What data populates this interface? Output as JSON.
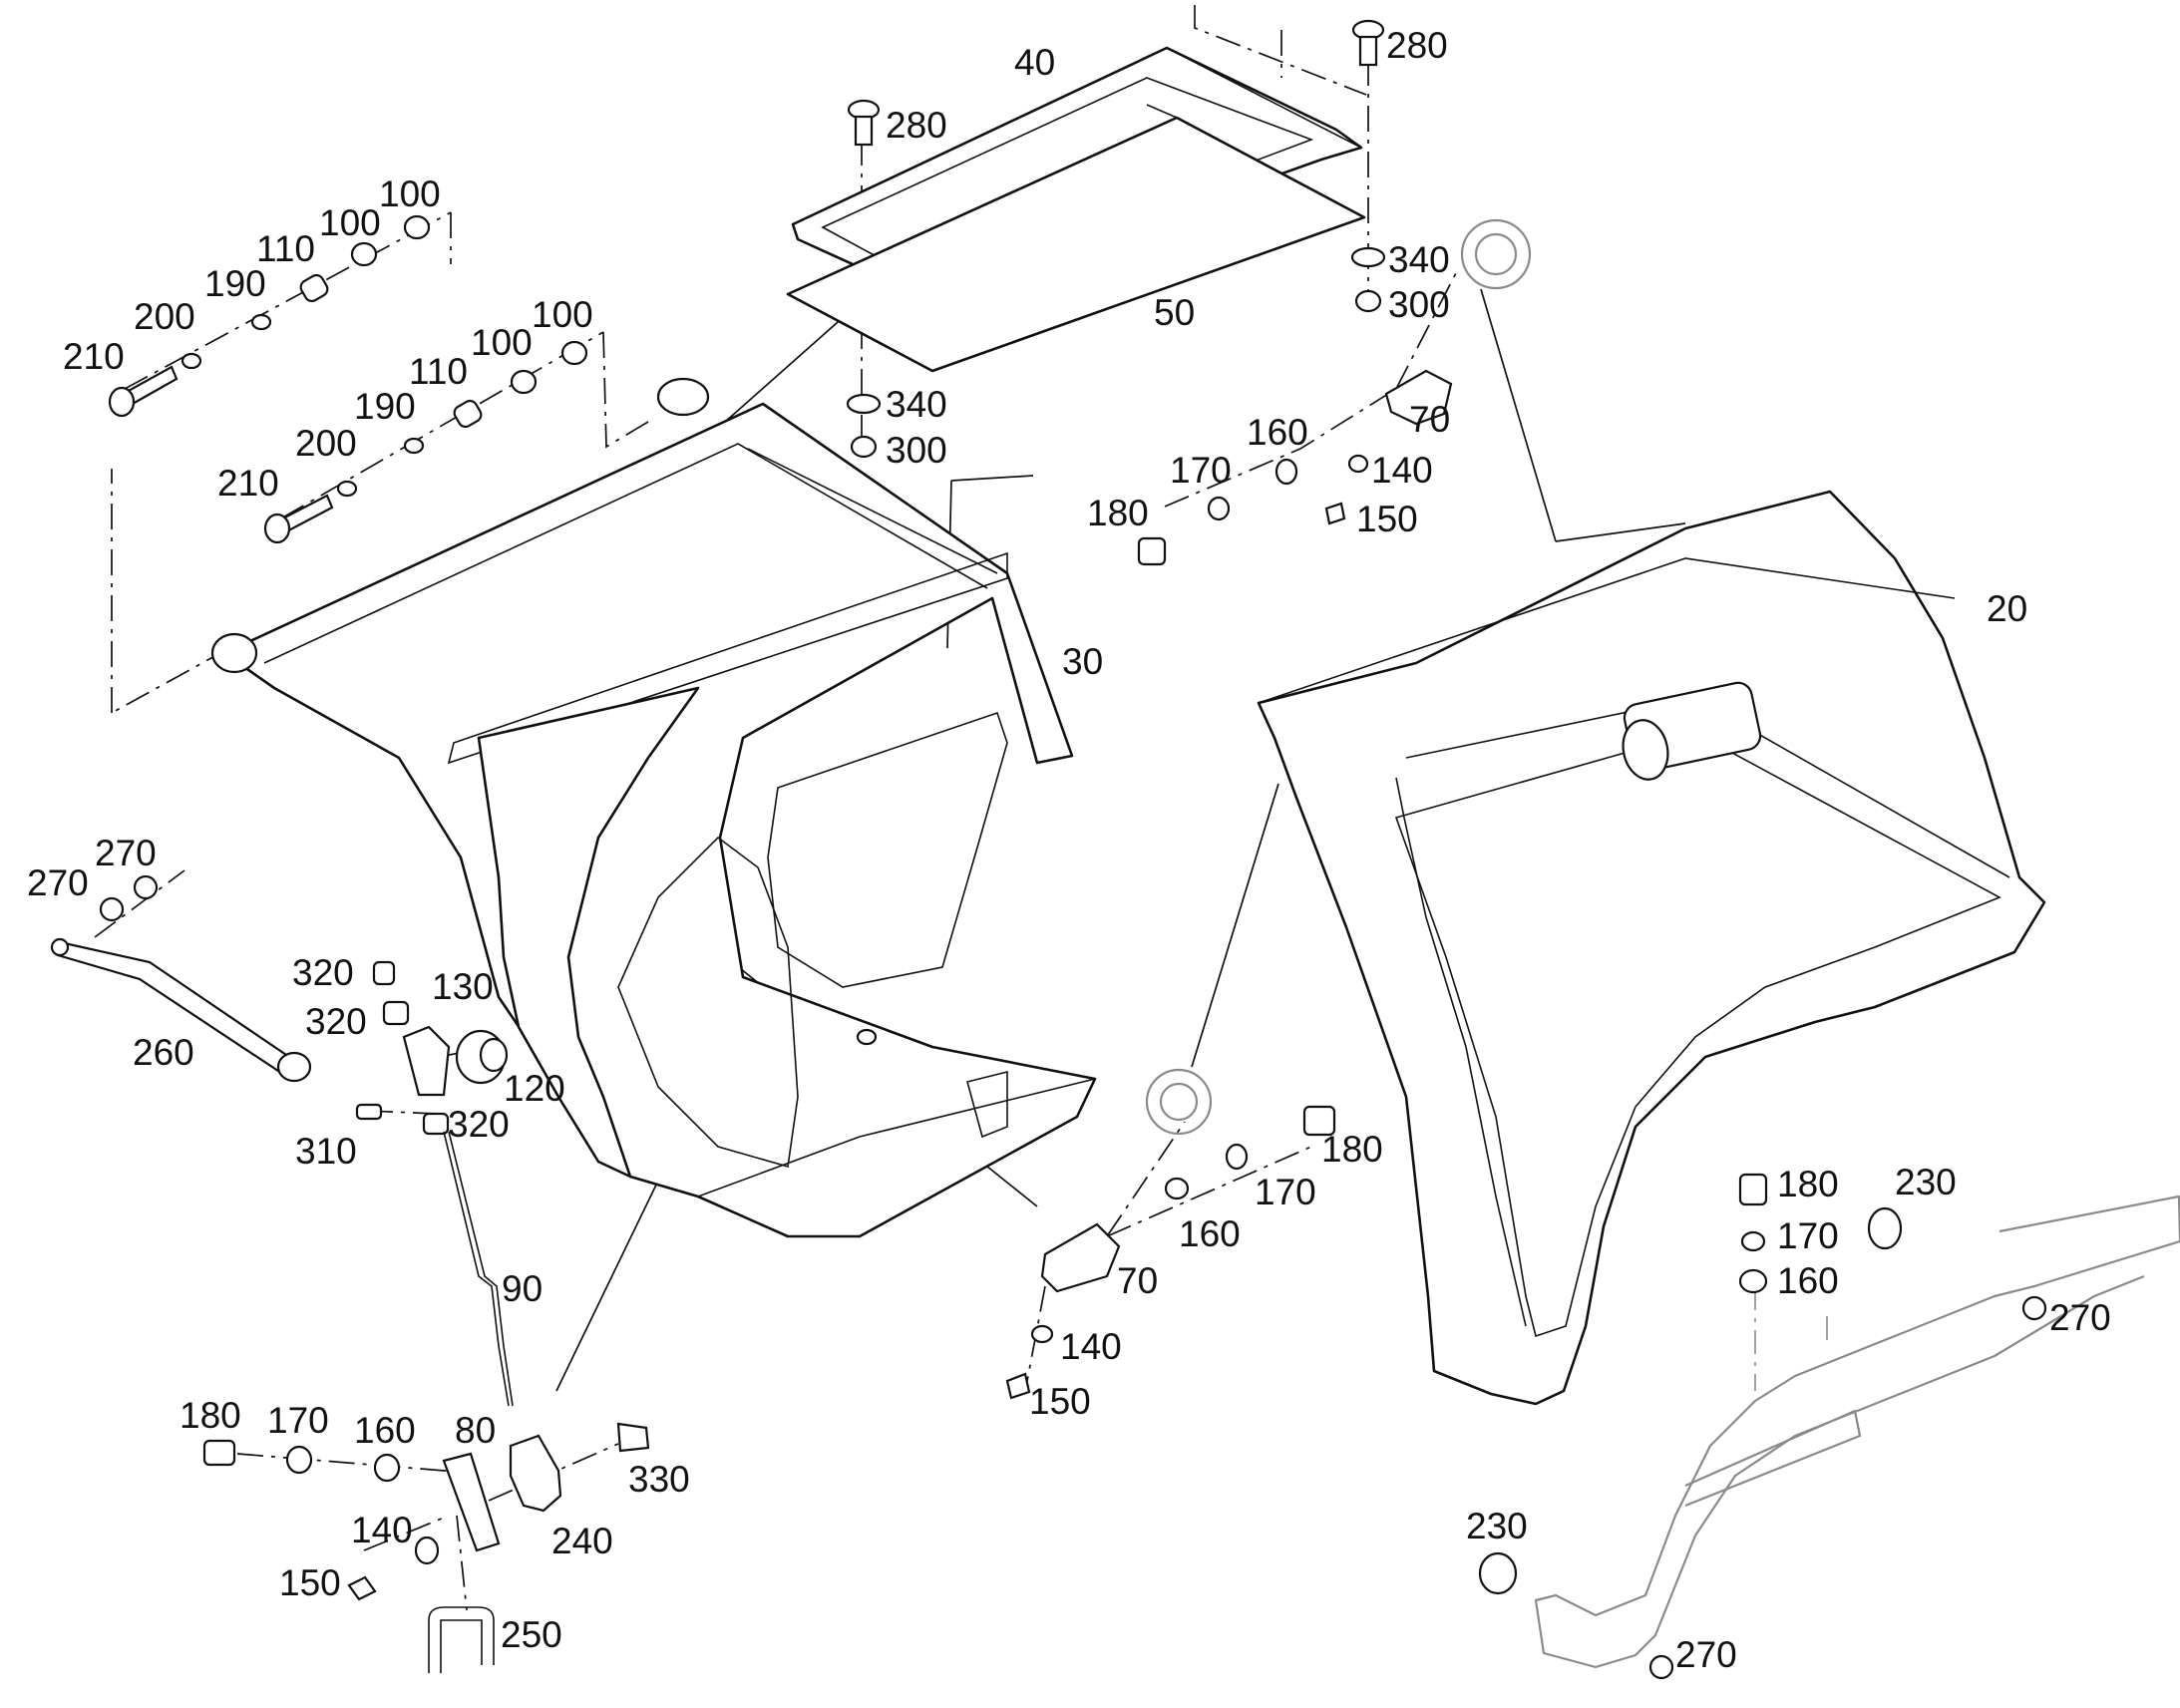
{
  "callouts": [
    {
      "text": "280",
      "part": "screw"
    },
    {
      "text": "40",
      "part": "cover-frame"
    },
    {
      "text": "280",
      "part": "screw"
    },
    {
      "text": "340",
      "part": "washer"
    },
    {
      "text": "300",
      "part": "nut"
    },
    {
      "text": "50",
      "part": "cover-panel"
    },
    {
      "text": "340",
      "part": "washer"
    },
    {
      "text": "300",
      "part": "nut"
    },
    {
      "text": "100",
      "part": "bushing"
    },
    {
      "text": "100",
      "part": "bushing"
    },
    {
      "text": "110",
      "part": "spacer"
    },
    {
      "text": "190",
      "part": "washer"
    },
    {
      "text": "200",
      "part": "washer"
    },
    {
      "text": "210",
      "part": "bolt"
    },
    {
      "text": "100",
      "part": "bushing"
    },
    {
      "text": "100",
      "part": "bushing"
    },
    {
      "text": "110",
      "part": "spacer"
    },
    {
      "text": "190",
      "part": "washer"
    },
    {
      "text": "200",
      "part": "washer"
    },
    {
      "text": "210",
      "part": "bolt"
    },
    {
      "text": "70",
      "part": "bracket"
    },
    {
      "text": "160",
      "part": "washer"
    },
    {
      "text": "170",
      "part": "washer"
    },
    {
      "text": "140",
      "part": "washer"
    },
    {
      "text": "180",
      "part": "bolt"
    },
    {
      "text": "150",
      "part": "nut"
    },
    {
      "text": "30",
      "part": "frame"
    },
    {
      "text": "20",
      "part": "hood"
    },
    {
      "text": "270",
      "part": "nut"
    },
    {
      "text": "270",
      "part": "nut"
    },
    {
      "text": "260",
      "part": "gas-strut"
    },
    {
      "text": "320",
      "part": "nut"
    },
    {
      "text": "320",
      "part": "nut"
    },
    {
      "text": "130",
      "part": "lever-plate"
    },
    {
      "text": "120",
      "part": "knob"
    },
    {
      "text": "310",
      "part": "screw"
    },
    {
      "text": "320",
      "part": "nut"
    },
    {
      "text": "90",
      "part": "rod"
    },
    {
      "text": "180",
      "part": "bolt"
    },
    {
      "text": "170",
      "part": "washer"
    },
    {
      "text": "160",
      "part": "washer"
    },
    {
      "text": "70",
      "part": "bracket"
    },
    {
      "text": "140",
      "part": "washer"
    },
    {
      "text": "150",
      "part": "nut"
    },
    {
      "text": "180",
      "part": "bolt"
    },
    {
      "text": "170",
      "part": "washer"
    },
    {
      "text": "160",
      "part": "washer"
    },
    {
      "text": "80",
      "part": "latch-plate"
    },
    {
      "text": "330",
      "part": "bolt"
    },
    {
      "text": "140",
      "part": "washer"
    },
    {
      "text": "240",
      "part": "latch"
    },
    {
      "text": "150",
      "part": "nut"
    },
    {
      "text": "250",
      "part": "u-bolt"
    },
    {
      "text": "180",
      "part": "bolt"
    },
    {
      "text": "230",
      "part": "rubber-buffer"
    },
    {
      "text": "170",
      "part": "washer"
    },
    {
      "text": "160",
      "part": "washer"
    },
    {
      "text": "270",
      "part": "nut"
    },
    {
      "text": "230",
      "part": "rubber-buffer"
    },
    {
      "text": "270",
      "part": "nut"
    }
  ]
}
